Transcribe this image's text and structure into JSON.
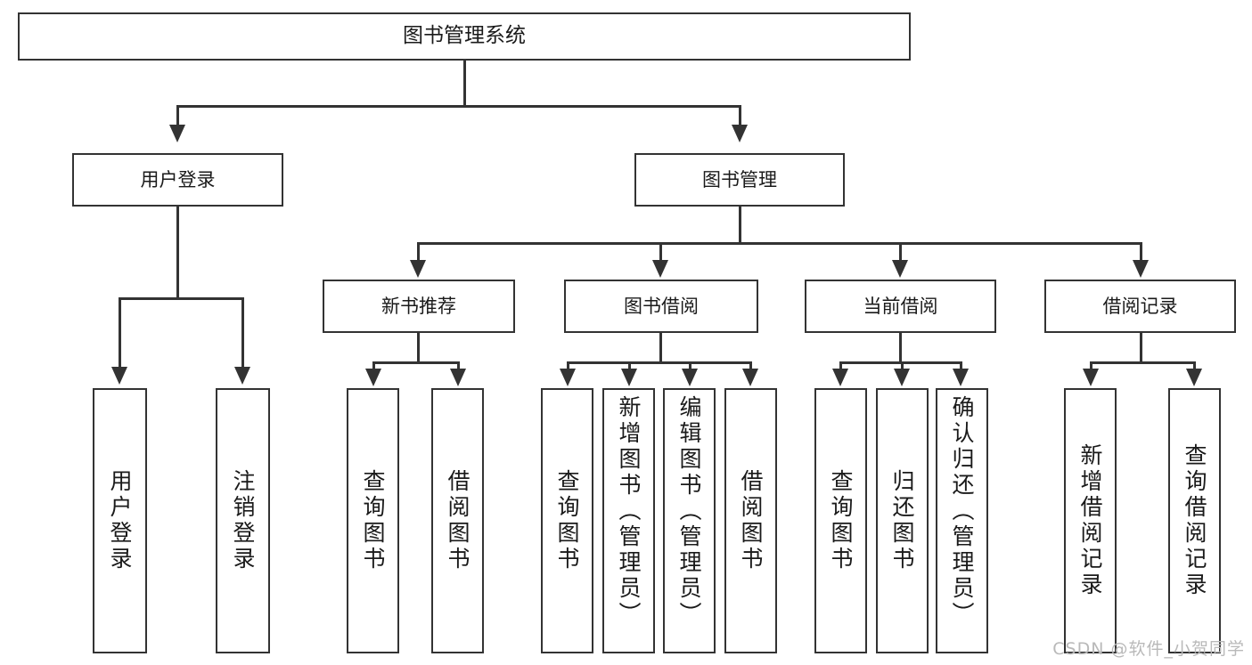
{
  "diagram": {
    "title": "图书管理系统",
    "type": "tree-hierarchy-chart",
    "root": {
      "label": "图书管理系统"
    },
    "level2": [
      {
        "label": "用户登录"
      },
      {
        "label": "图书管理"
      }
    ],
    "level3": [
      {
        "label": "新书推荐"
      },
      {
        "label": "图书借阅"
      },
      {
        "label": "当前借阅"
      },
      {
        "label": "借阅记录"
      }
    ],
    "leaves": {
      "user_login": [
        {
          "label": "用户登录"
        },
        {
          "label": "注销登录"
        }
      ],
      "new_book_recommend": [
        {
          "label": "查询图书"
        },
        {
          "label": "借阅图书"
        }
      ],
      "book_borrow": [
        {
          "label": "查询图书"
        },
        {
          "label": "新增图书（管理员）"
        },
        {
          "label": "编辑图书（管理员）"
        },
        {
          "label": "借阅图书"
        }
      ],
      "current_borrow": [
        {
          "label": "查询图书"
        },
        {
          "label": "归还图书"
        },
        {
          "label": "确认归还（管理员）"
        }
      ],
      "borrow_record": [
        {
          "label": "新增借阅记录"
        },
        {
          "label": "查询借阅记录"
        }
      ]
    }
  },
  "watermark": {
    "text": "CSDN @软件_小贺同学"
  },
  "colors": {
    "background": "#ffffff",
    "border": "#333333",
    "text": "#1a1a1a",
    "watermark": "#b9b9b9"
  }
}
